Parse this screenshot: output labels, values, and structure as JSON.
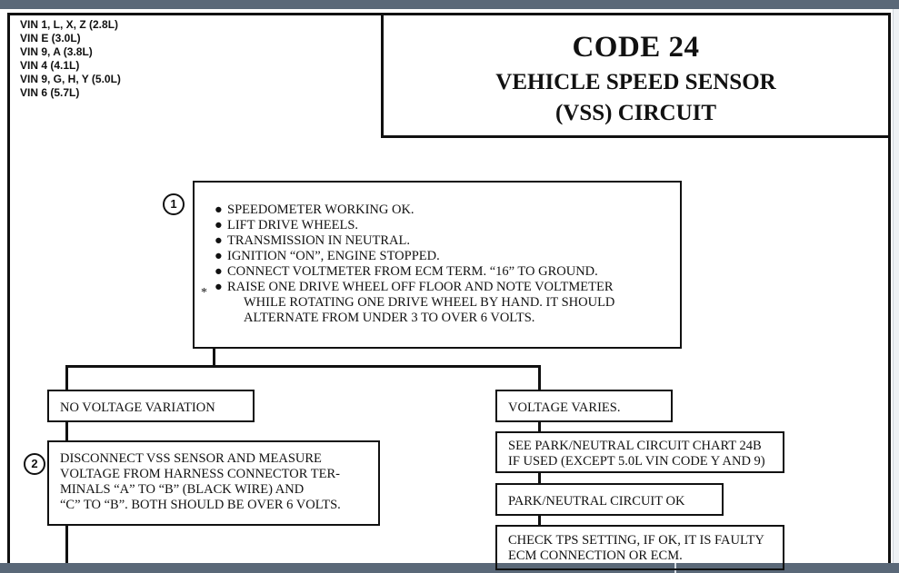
{
  "vin_list": [
    "VIN 1, L, X, Z (2.8L)",
    "VIN E (3.0L)",
    "VIN 9, A (3.8L)",
    "VIN 4 (4.1L)",
    "VIN 9, G, H, Y (5.0L)",
    "VIN 6 (5.7L)"
  ],
  "title": {
    "code": "CODE 24",
    "line1": "VEHICLE SPEED SENSOR",
    "line2": "(VSS) CIRCUIT"
  },
  "step1": {
    "number": "1",
    "asterisk": "*",
    "bullet": "●",
    "items": [
      "SPEEDOMETER WORKING OK.",
      "LIFT DRIVE WHEELS.",
      "TRANSMISSION IN NEUTRAL.",
      "IGNITION “ON”, ENGINE STOPPED.",
      "CONNECT VOLTMETER FROM ECM TERM. “16” TO GROUND.",
      "RAISE ONE DRIVE WHEEL OFF FLOOR AND NOTE VOLTMETER"
    ],
    "continuation": [
      "WHILE ROTATING ONE DRIVE WHEEL BY HAND. IT SHOULD",
      "ALTERNATE FROM UNDER 3 TO OVER 6 VOLTS."
    ]
  },
  "branches": {
    "no_voltage": "NO VOLTAGE VARIATION",
    "voltage_varies": "VOLTAGE VARIES."
  },
  "step2": {
    "number": "2",
    "lines": [
      "DISCONNECT VSS SENSOR AND MEASURE",
      "VOLTAGE FROM HARNESS CONNECTOR TER-",
      "MINALS “A” TO “B” (BLACK WIRE) AND",
      "“C” TO “B”. BOTH SHOULD BE OVER 6 VOLTS."
    ]
  },
  "right_column": {
    "park_neutral_chart": [
      "SEE PARK/NEUTRAL CIRCUIT CHART 24B",
      "IF USED (EXCEPT 5.0L VIN CODE Y AND 9)"
    ],
    "park_neutral_ok": "PARK/NEUTRAL CIRCUIT OK",
    "tps_check": [
      "CHECK TPS SETTING, IF OK, IT IS FAULTY",
      "ECM CONNECTION OR ECM."
    ]
  }
}
